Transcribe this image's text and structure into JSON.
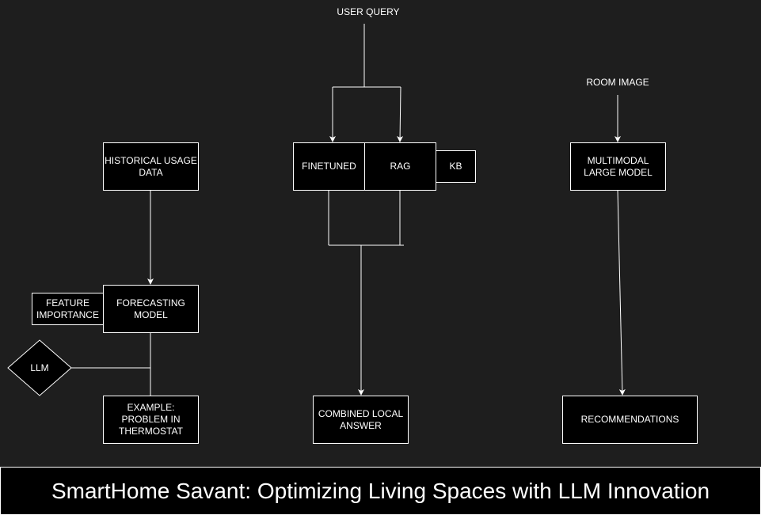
{
  "colors": {
    "background": "#1e1e1e",
    "node_fill": "#000000",
    "stroke": "#ffffff",
    "text": "#ffffff"
  },
  "left": {
    "historical": "HISTORICAL USAGE DATA",
    "forecasting": "FORECASTING MODEL",
    "feature": "FEATURE IMPORTANCE",
    "llm": "LLM",
    "example": "EXAMPLE: PROBLEM IN THERMOSTAT"
  },
  "middle": {
    "query": "USER QUERY",
    "finetuned": "FINETUNED",
    "rag": "RAG",
    "kb": "KB",
    "combined": "COMBINED LOCAL ANSWER"
  },
  "right": {
    "room": "ROOM IMAGE",
    "multimodal": "MULTIMODAL LARGE MODEL",
    "recommendations": "RECOMMENDATIONS"
  },
  "footer": {
    "title": "SmartHome Savant: Optimizing Living Spaces with LLM Innovation"
  }
}
